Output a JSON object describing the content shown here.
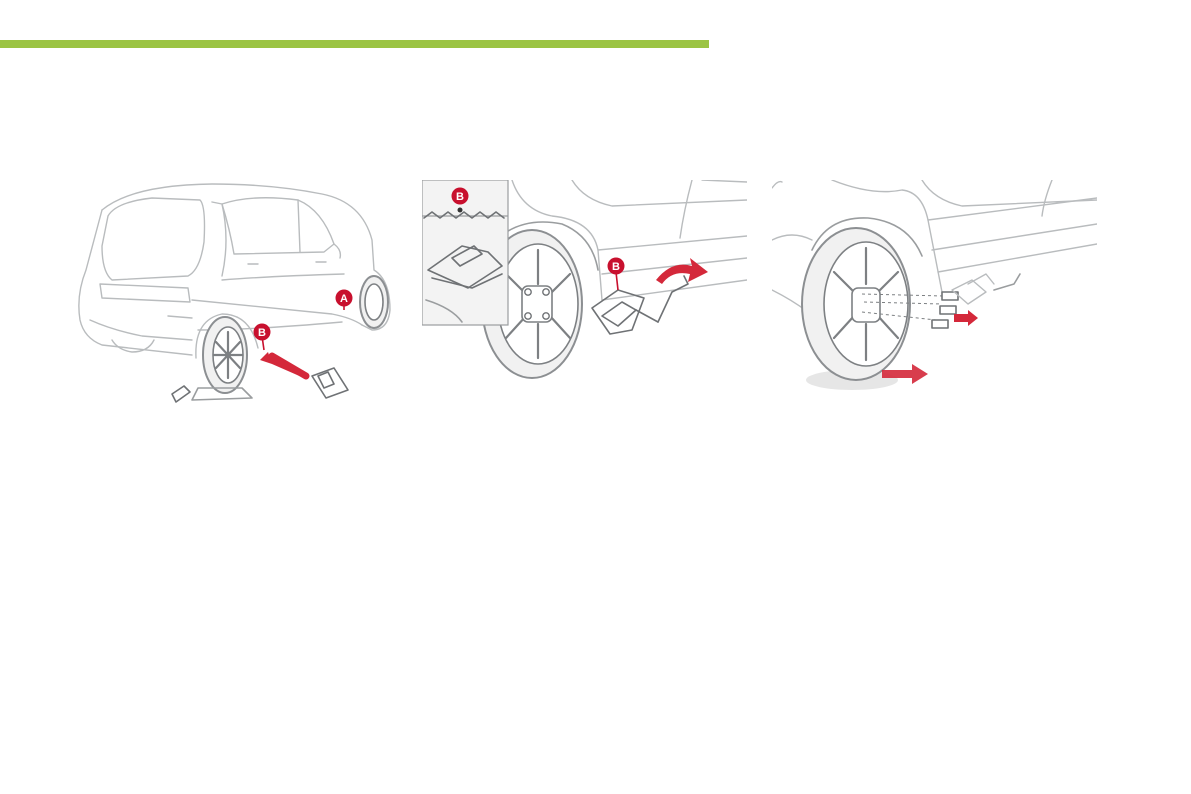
{
  "colors": {
    "rule": "#9bc444",
    "marker": "#c8102e",
    "arrow": "#d4283a",
    "line": "#b9bcbe"
  },
  "figures": [
    {
      "markers": [
        {
          "label": "A"
        },
        {
          "label": "B"
        }
      ]
    },
    {
      "markers": [
        {
          "label": "B"
        },
        {
          "label": "B"
        }
      ]
    },
    {
      "markers": []
    }
  ]
}
